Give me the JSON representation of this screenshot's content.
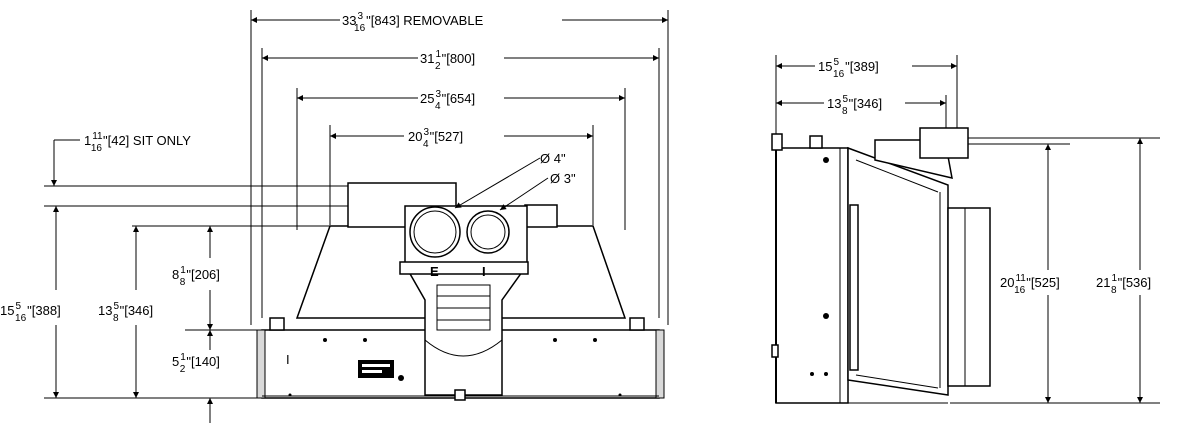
{
  "front_view": {
    "width_removable": {
      "whole": "33",
      "num": "3",
      "den": "16",
      "tail": "\"[843] REMOVABLE"
    },
    "width_31": {
      "whole": "31",
      "num": "1",
      "den": "2",
      "tail": "\"[800]"
    },
    "width_25": {
      "whole": "25",
      "num": "3",
      "den": "4",
      "tail": "\"[654]"
    },
    "width_20": {
      "whole": "20",
      "num": "3",
      "den": "4",
      "tail": "\"[527]"
    },
    "sit_only": {
      "whole": "1",
      "num": "11",
      "den": "16",
      "tail": "\"[42] SIT ONLY"
    },
    "vent_4": "Ø 4\"",
    "vent_3": "Ø 3\"",
    "height_8": {
      "whole": "8",
      "num": "1",
      "den": "8",
      "tail": "\"[206]"
    },
    "height_15": {
      "whole": "15",
      "num": "5",
      "den": "16",
      "tail": "\"[388]"
    },
    "height_13": {
      "whole": "13",
      "num": "5",
      "den": "8",
      "tail": "\"[346]"
    },
    "height_5": {
      "whole": "5",
      "num": "1",
      "den": "2",
      "tail": "\"[140]"
    },
    "letter_e": "E",
    "letter_i": "I",
    "letter_i_left": "I"
  },
  "side_view": {
    "depth_15": {
      "whole": "15",
      "num": "5",
      "den": "16",
      "tail": "\"[389]"
    },
    "depth_13": {
      "whole": "13",
      "num": "5",
      "den": "8",
      "tail": "\"[346]"
    },
    "height_20": {
      "whole": "20",
      "num": "11",
      "den": "16",
      "tail": "\"[525]"
    },
    "height_21": {
      "whole": "21",
      "num": "1",
      "den": "8",
      "tail": "\"[536]"
    }
  }
}
